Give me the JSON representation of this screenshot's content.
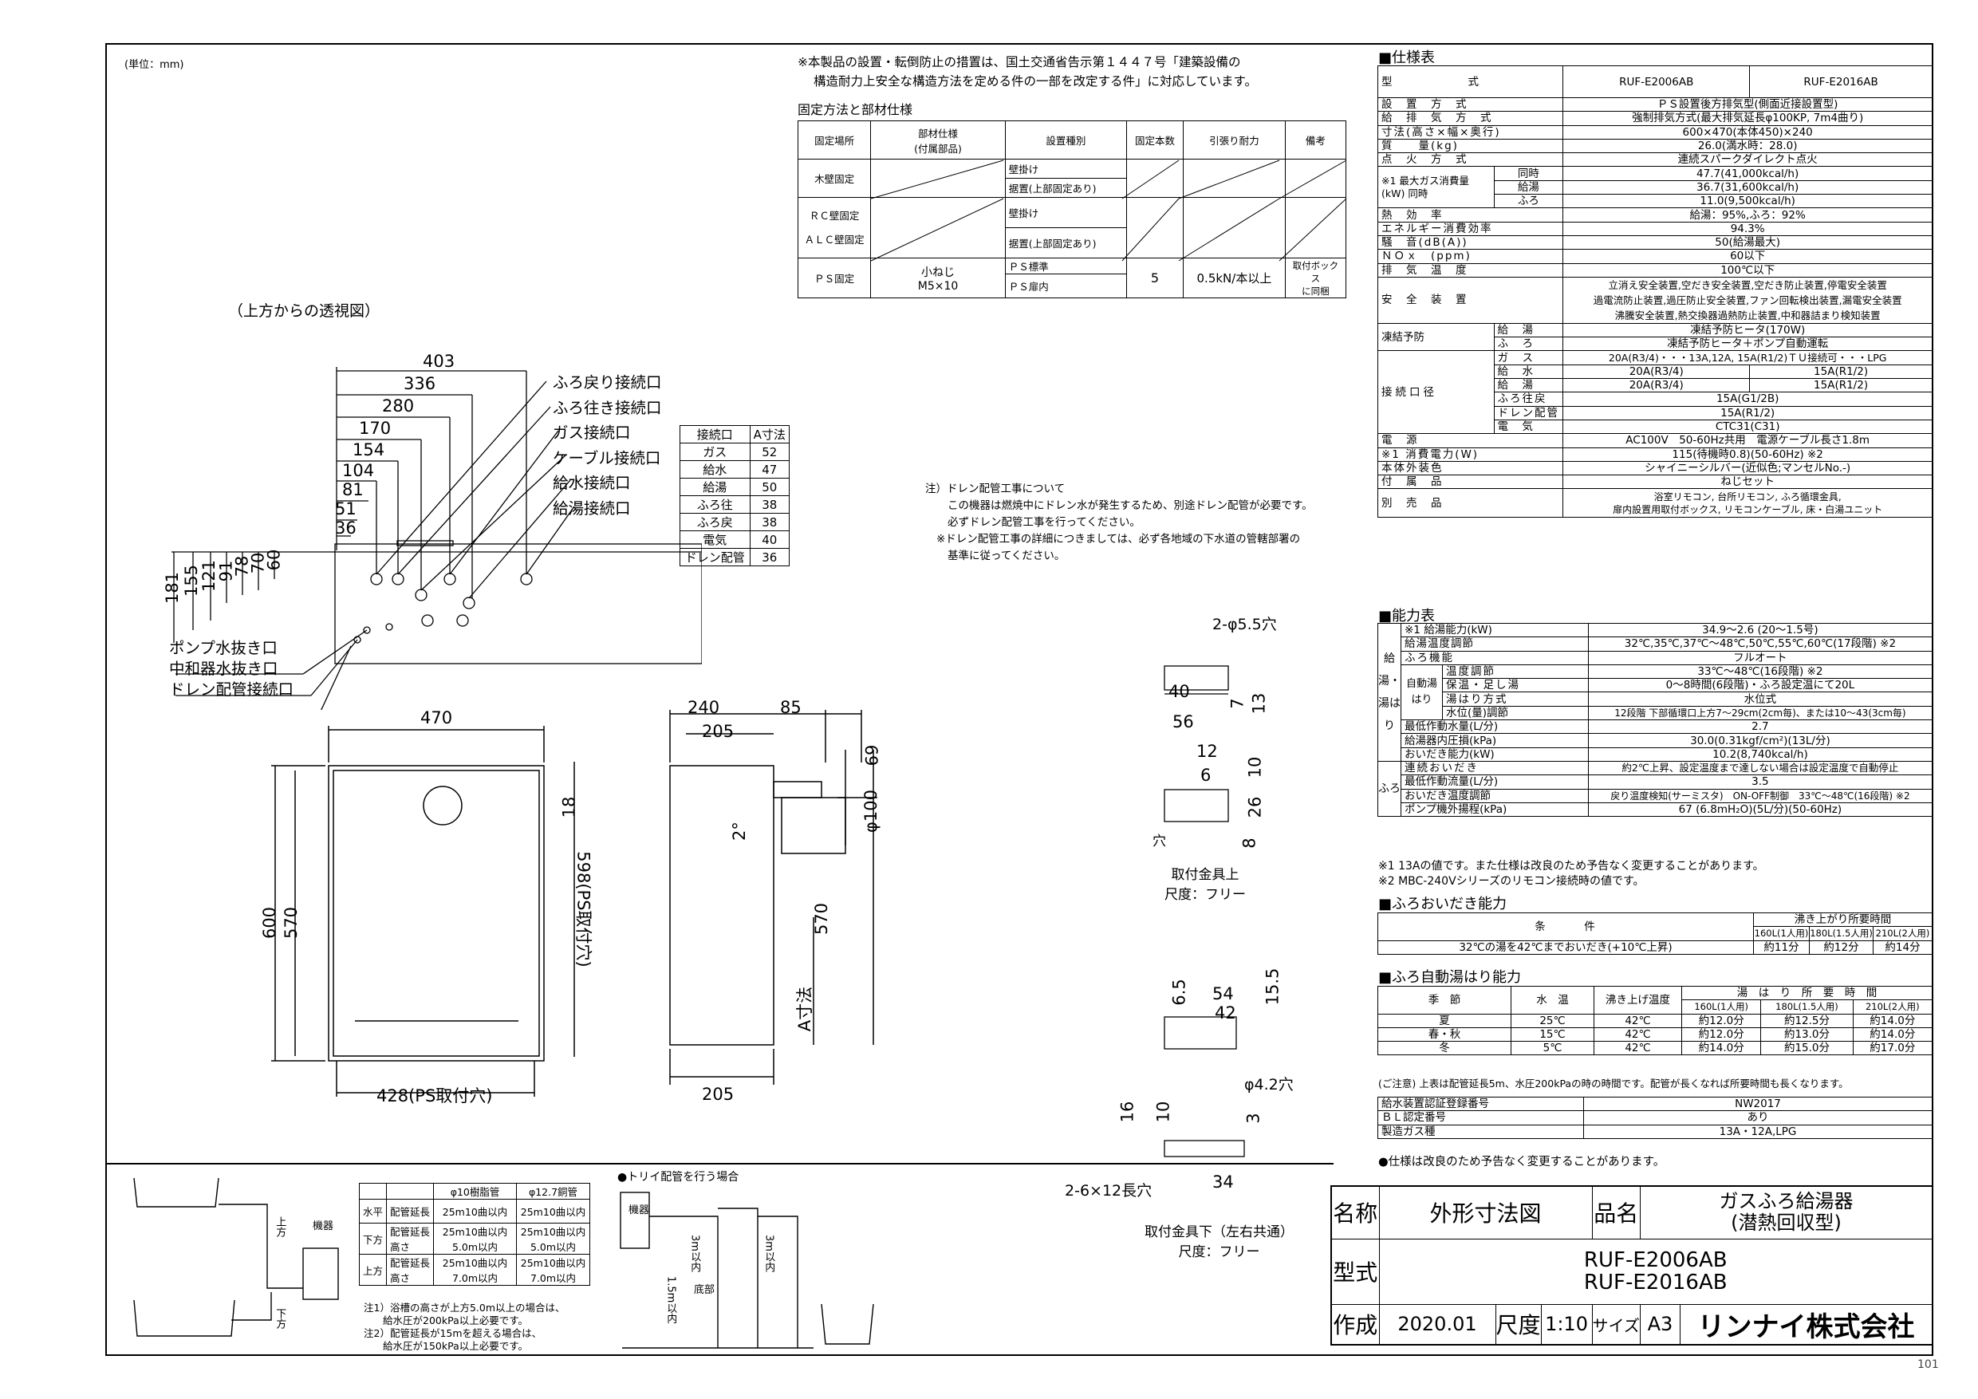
{
  "header": {
    "unit": "(単位：mm)",
    "notice_line1": "※本製品の設置・転倒防止の措置は、国土交通省告示第１４４７号「建築設備の",
    "notice_line2": "構造耐力上安全な構造方法を定める件の一部を改定する件」に対応しています。",
    "fix_title": "固定方法と部材仕様"
  },
  "fix_table": {
    "headers": [
      "固定場所",
      "部材仕様\n(付属部品)",
      "設置種別",
      "固定本数",
      "引張り耐力",
      "備考"
    ],
    "rows": [
      {
        "place": "木壁固定",
        "types": [
          "壁掛け",
          "据置(上部固定あり)"
        ]
      },
      {
        "place": "ＲＣ壁固定\nＡＬＣ壁固定",
        "types": [
          "壁掛け",
          "据置(上部固定あり)"
        ]
      },
      {
        "place": "ＰＳ固定",
        "material": "小ねじ\nM5×10",
        "types": [
          "ＰＳ標準",
          "ＰＳ扉内"
        ],
        "count": "5",
        "strength": "0.5kN/本以上",
        "note": "取付ボックス\nに同梱"
      }
    ]
  },
  "views": {
    "top_view_title": "（上方からの透視図）",
    "connection_labels": [
      "ふろ戻り接続口",
      "ふろ往き接続口",
      "ガス接続口",
      "ケーブル接続口",
      "給水接続口",
      "給湯接続口"
    ],
    "drain_labels": [
      "ポンプ水抜き口",
      "中和器水抜き口",
      "ドレン配管接続口"
    ],
    "top_dims_h": [
      "403",
      "336",
      "280",
      "170",
      "154",
      "104",
      "81",
      "51",
      "36"
    ],
    "top_dims_v": [
      "181",
      "155",
      "121",
      "91",
      "78",
      "70",
      "60"
    ],
    "front_dims": [
      "470",
      "600",
      "570",
      "18",
      "598(PS取付穴)",
      "428(PS取付穴)"
    ],
    "side_dims": [
      "240",
      "85",
      "205",
      "69",
      "φ100",
      "2°",
      "570",
      "A寸法",
      "205"
    ],
    "bracket_top": {
      "label": "取付金具上",
      "scale": "尺度：フリー",
      "dims": [
        "2-φ5.5穴",
        "40",
        "56",
        "7",
        "13",
        "12",
        "6",
        "10",
        "26",
        "8",
        "穴"
      ]
    },
    "bracket_bottom": {
      "label": "取付金具下（左右共通）",
      "scale": "尺度：フリー",
      "dims": [
        "6.5",
        "54",
        "42",
        "15.5",
        "φ4.2穴",
        "16",
        "10",
        "3",
        "34",
        "2-6×12長穴"
      ]
    }
  },
  "a_table": {
    "headers": [
      "接続口",
      "A寸法"
    ],
    "rows": [
      [
        "ガス",
        "52"
      ],
      [
        "給水",
        "47"
      ],
      [
        "給湯",
        "50"
      ],
      [
        "ふろ往",
        "38"
      ],
      [
        "ふろ戻",
        "38"
      ],
      [
        "電気",
        "40"
      ],
      [
        "ドレン配管",
        "36"
      ]
    ]
  },
  "drain_note": {
    "title": "注）ドレン配管工事について",
    "l1": "この機器は燃焼中にドレン水が発生するため、別途ドレン配管が必要です。",
    "l2": "必ずドレン配管工事を行ってください。",
    "l3": "※ドレン配管工事の詳細につきましては、必ず各地域の下水道の管轄部署の",
    "l4": "基準に従ってください。"
  },
  "spec": {
    "title": "■仕様表",
    "model_label": "型　　　　　　式",
    "models": [
      "RUF-E2006AB",
      "RUF-E2016AB"
    ],
    "rows": [
      [
        "設　置　方　式",
        "ＰＳ設置後方排気型(側面近接設置型)"
      ],
      [
        "給　排　気　方　式",
        "強制排気方式(最大排気延長φ100KP, 7m4曲り)"
      ],
      [
        "寸法(高さ×幅×奥行)",
        "600×470(本体450)×240"
      ],
      [
        "質　　量(kg)",
        "26.0(満水時：28.0)"
      ],
      [
        "点　火　方　式",
        "連続スパークダイレクト点火"
      ],
      [
        "※1 最大ガス消費量(kW) 同時",
        "47.7(41,000kcal/h)"
      ],
      [
        "給湯",
        "36.7(31,600kcal/h)"
      ],
      [
        "ふろ",
        "11.0(9,500kcal/h)"
      ],
      [
        "熱　効　率",
        "給湯：95%,ふろ：92%"
      ],
      [
        "エネルギー消費効率",
        "94.3%"
      ],
      [
        "騒　音(dB(A))",
        "50(給湯最大)"
      ],
      [
        "ＮＯｘ　(ppm)",
        "60以下"
      ],
      [
        "排　気　温　度",
        "100℃以下"
      ]
    ],
    "safety_label": "安　全　装　置",
    "safety": [
      "立消え安全装置,空だき安全装置,空だき防止装置,停電安全装置",
      "過電流防止装置,過圧防止安全装置,ファン回転検出装置,漏電安全装置",
      "沸騰安全装置,熱交換器過熱防止装置,中和器詰まり検知装置"
    ],
    "freeze_label": "凍結予防",
    "freeze": [
      [
        "給　湯",
        "凍結予防ヒータ(170W)"
      ],
      [
        "ふ　ろ",
        "凍結予防ヒータ＋ポンプ自動運転"
      ]
    ],
    "conn_label": "接続口径",
    "conn": [
      [
        "ガ　ス",
        "20A(R3/4)・・・13A,12A, 15A(R1/2)ＴＵ接続可・・・LPG"
      ],
      [
        "給　水",
        "20A(R3/4)",
        "15A(R1/2)"
      ],
      [
        "給　湯",
        "20A(R3/4)",
        "15A(R1/2)"
      ],
      [
        "ふろ往戻",
        "15A(G1/2B)"
      ],
      [
        "ドレン配管",
        "15A(R1/2)"
      ],
      [
        "電　気",
        "CTC31(C31)"
      ]
    ],
    "rows2": [
      [
        "電　源",
        "AC100V　50-60Hz共用　電源ケーブル長さ1.8m"
      ],
      [
        "※1 消費電力(W)",
        "115(待機時0.8)(50-60Hz) ※2"
      ],
      [
        "本体外装色",
        "シャイニーシルバー(近似色;マンセルNo.-)"
      ],
      [
        "付　属　品",
        "ねじセット"
      ]
    ],
    "sold_label": "別　売　品",
    "sold": [
      "浴室リモコン, 台所リモコン, ふろ循環金具,",
      "扉内設置用取付ボックス, リモコンケーブル, 床・白湯ユニット"
    ]
  },
  "perf": {
    "title": "■能力表",
    "rows": [
      [
        "※1 給湯能力(kW)",
        "34.9～2.6 (20～1.5号)"
      ],
      [
        "給湯温度調節",
        "32℃,35℃,37℃～48℃,50℃,55℃,60℃(17段階) ※2"
      ],
      [
        "ふろ機能",
        "フルオート"
      ],
      [
        "温度調節",
        "33℃～48℃(16段階) ※2"
      ],
      [
        "保温・足し湯",
        "0～8時間(6段階)・ふろ設定温にて20L"
      ],
      [
        "湯はり方式",
        "水位式"
      ],
      [
        "水位(量)調節",
        "12段階 下部循環口上方7～29cm(2cm毎)、または10～43(3cm毎)"
      ],
      [
        "最低作動水量(L/分)",
        "2.7"
      ],
      [
        "給湯器内圧損(kPa)",
        "30.0(0.31kgf/cm²)(13L/分)"
      ],
      [
        "おいだき能力(kW)",
        "10.2(8,740kcal/h)"
      ],
      [
        "連続おいだき",
        "約2℃上昇、設定温度まで達しない場合は設定温度で自動停止"
      ],
      [
        "最低作動流量(L/分)",
        "3.5"
      ],
      [
        "おいだき温度調節",
        "戻り温度検知(サーミスタ)　ON-OFF制御　33℃～48℃(16段階) ※2"
      ],
      [
        "ポンプ機外揚程(kPa)",
        "67 (6.8mH₂O)(5L/分)(50-60Hz)"
      ]
    ],
    "side1": "給湯・湯はり",
    "side2": "ふろ",
    "auto": "自動湯はり",
    "note1": "※1 13Aの値です。また仕様は改良のため予告なく変更することがあります。",
    "note2": "※2 MBC-240Vシリーズのリモコン接続時の値です。"
  },
  "oidaki": {
    "title": "■ふろおいだき能力",
    "cond_header": "条　　　件",
    "time_header": "沸き上がり所要時間",
    "cols": [
      "160L(1人用)",
      "180L(1.5人用)",
      "210L(2人用)"
    ],
    "cond": "32℃の湯を42℃までおいだき(+10℃上昇)",
    "vals": [
      "約11分",
      "約12分",
      "約14分"
    ]
  },
  "auto_fill": {
    "title": "■ふろ自動湯はり能力",
    "headers": [
      "季　節",
      "水　温",
      "沸き上げ温度",
      "湯　は　り　所　要　時　間"
    ],
    "cols": [
      "160L(1人用)",
      "180L(1.5人用)",
      "210L(2人用)"
    ],
    "rows": [
      [
        "夏",
        "25℃",
        "42℃",
        "約12.0分",
        "約12.5分",
        "約14.0分"
      ],
      [
        "春・秋",
        "15℃",
        "42℃",
        "約12.0分",
        "約13.0分",
        "約14.0分"
      ],
      [
        "冬",
        "5℃",
        "42℃",
        "約14.0分",
        "約15.0分",
        "約17.0分"
      ]
    ],
    "note": "(ご注意) 上表は配管延長5m、水圧200kPaの時の時間です。配管が長くなれば所要時間も長くなります。"
  },
  "cert": {
    "rows": [
      [
        "給水装置認証登録番号",
        "NW2017"
      ],
      [
        "ＢＬ認定番号",
        "あり"
      ],
      [
        "製造ガス種",
        "13A・12A,LPG"
      ]
    ],
    "note": "●仕様は改良のため予告なく変更することがあります。"
  },
  "piping": {
    "trap_title": "●トリイ配管を行う場合",
    "headers": [
      "",
      "",
      "φ10樹脂管",
      "φ12.7銅管"
    ],
    "rows": [
      [
        "水平",
        "配管延長",
        "25m10曲以内",
        "25m10曲以内"
      ],
      [
        "下方",
        "配管延長\n高さ",
        "25m10曲以内\n5.0m以内",
        "25m10曲以内\n5.0m以内"
      ],
      [
        "上方",
        "配管延長\n高さ",
        "25m10曲以内\n7.0m以内",
        "25m10曲以内\n7.0m以内"
      ]
    ],
    "note1": "注1）浴槽の高さが上方5.0m以上の場合は、",
    "note1b": "給水圧が200kPa以上必要です。",
    "note2": "注2）配管延長が15mを超える場合は、",
    "note2b": "給水圧が150kPa以上必要です。",
    "labels": {
      "upper": "上方",
      "lower": "下方",
      "unit": "機器",
      "unit2": "機器",
      "bottom": "底部",
      "h1": "3m以内",
      "h2": "1.5m以内",
      "h3": "3m以内"
    }
  },
  "title_block": {
    "name_label": "名称",
    "name": "外形寸法図",
    "product_label": "品名",
    "product1": "ガスふろ給湯器",
    "product2": "(潜熱回収型)",
    "model_label": "型式",
    "model1": "RUF-E2006AB",
    "model2": "RUF-E2016AB",
    "made_label": "作成",
    "date": "2020.01",
    "scale_label": "尺度",
    "scale": "1:10",
    "size_label": "サイズ",
    "size": "A3",
    "company": "リンナイ株式会社",
    "page": "101"
  }
}
